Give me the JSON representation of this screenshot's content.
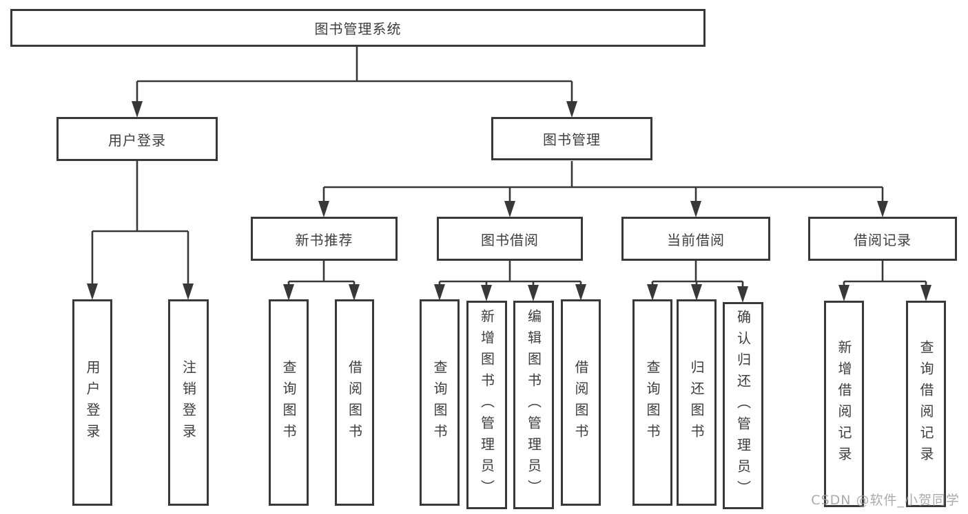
{
  "diagram": {
    "title": "图书管理系统",
    "tree": {
      "root": {
        "label": "图书管理系统"
      },
      "level2": [
        {
          "label": "用户登录",
          "children": [
            {
              "label": "用户登录"
            },
            {
              "label": "注销登录"
            }
          ]
        },
        {
          "label": "图书管理",
          "children": [
            {
              "label": "新书推荐",
              "children": [
                {
                  "label": "查询图书"
                },
                {
                  "label": "借阅图书"
                }
              ]
            },
            {
              "label": "图书借阅",
              "children": [
                {
                  "label": "查询图书"
                },
                {
                  "label": "新增图书（管理员）"
                },
                {
                  "label": "编辑图书（管理员）"
                },
                {
                  "label": "借阅图书"
                }
              ]
            },
            {
              "label": "当前借阅",
              "children": [
                {
                  "label": "查询图书"
                },
                {
                  "label": "归还图书"
                },
                {
                  "label": "确认归还（管理员）"
                }
              ]
            },
            {
              "label": "借阅记录",
              "children": [
                {
                  "label": "新增借阅记录"
                },
                {
                  "label": "查询借阅记录"
                }
              ]
            }
          ]
        }
      ]
    },
    "watermark": "CSDN @软件_小贺同学",
    "colors": {
      "line": "#383838",
      "text": "#3d3d3d",
      "box_background": "#ffffff",
      "watermark": "#9b9b9b"
    }
  }
}
